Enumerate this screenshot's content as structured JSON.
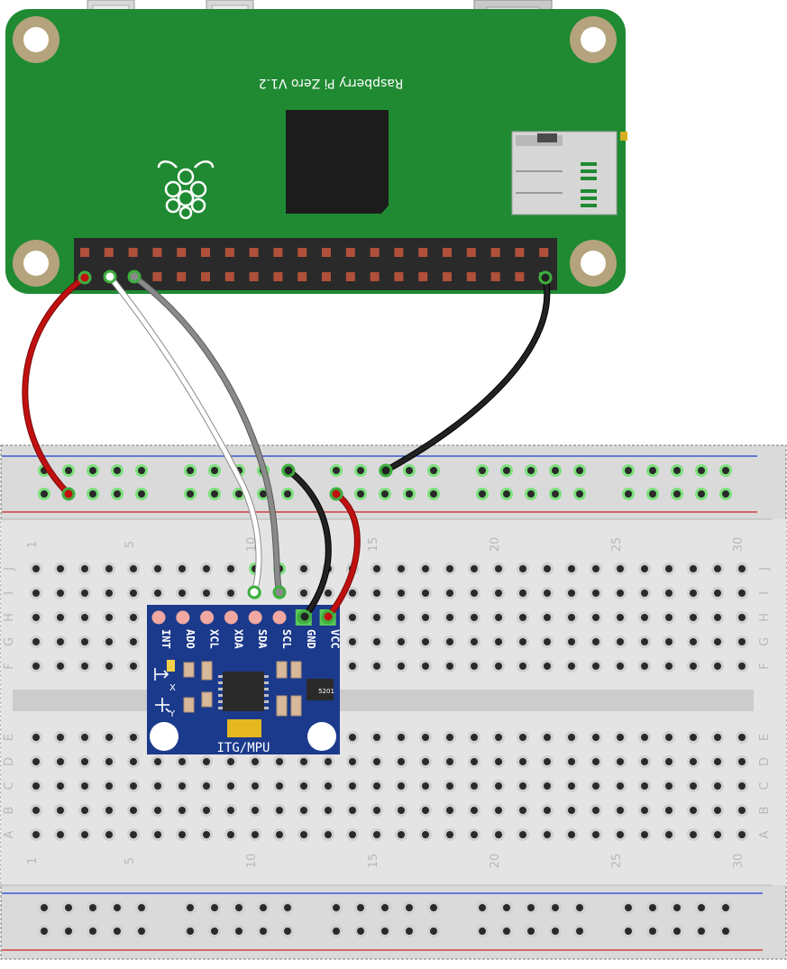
{
  "board": {
    "name": "Raspberry Pi Zero V1.2",
    "color": "#1f8a32",
    "header_pins_per_row": 20
  },
  "module": {
    "name": "ITG/MPU",
    "color": "#1c3a8c",
    "pins": [
      "INT",
      "ADO",
      "XCL",
      "XDA",
      "SDA",
      "SCL",
      "GND",
      "VCC"
    ],
    "axis_x": "X",
    "axis_y": "Y",
    "chip_right_label": "5201"
  },
  "breadboard": {
    "columns": 30,
    "rows_top": [
      "J",
      "I",
      "H",
      "G",
      "F"
    ],
    "rows_bottom": [
      "E",
      "D",
      "C",
      "B",
      "A"
    ],
    "column_markers": [
      "1",
      "5",
      "10",
      "15",
      "20",
      "25",
      "30"
    ],
    "rail_line_top": "#1e3fd0",
    "rail_line_bottom": "#d02020"
  },
  "wires": [
    {
      "name": "red-wire-power",
      "color": "#c01010"
    },
    {
      "name": "white-wire-sda",
      "color": "#ffffff"
    },
    {
      "name": "gray-wire-scl",
      "color": "#8a8a8a"
    },
    {
      "name": "black-wire-ground",
      "color": "#222222"
    },
    {
      "name": "black-wire-gnd-module",
      "color": "#222222"
    },
    {
      "name": "red-wire-vcc-module",
      "color": "#c01010"
    }
  ]
}
